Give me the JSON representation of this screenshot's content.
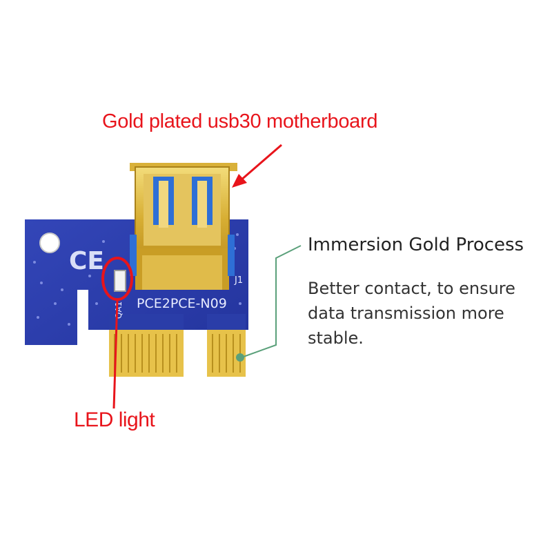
{
  "callouts": {
    "usb_label": "Gold plated usb30 motherboard",
    "led_label": "LED light"
  },
  "feature": {
    "title": "Immersion Gold Process",
    "description": "Better contact, to ensure data transmission more stable."
  },
  "board": {
    "silkscreen_model": "PCE2PCE-N09",
    "silkscreen_j1": "J1",
    "silkscreen_qa1": "QA1",
    "ce_mark": "CE"
  },
  "colors": {
    "callout_red": "#e8141b",
    "pcb_blue": "#2b3fae",
    "gold": "#d8b23a",
    "pointer_green": "#5aa07a"
  }
}
